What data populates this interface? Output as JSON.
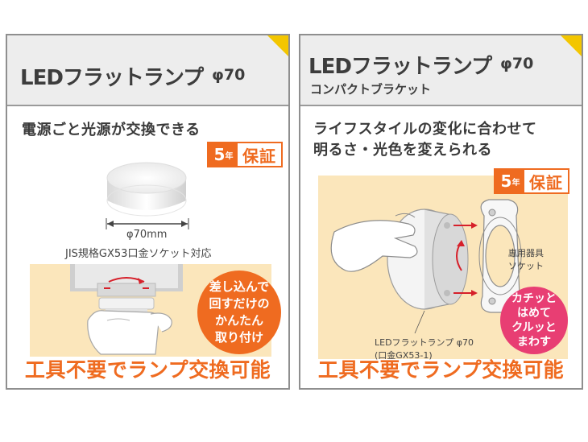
{
  "left": {
    "title": "LEDフラットランプ",
    "phi": "φ70",
    "catch": "電源ごと光源が交換できる",
    "warranty_years": "5",
    "warranty_unit": "年",
    "warranty_label": "保証",
    "dimension": "φ70mm",
    "spec": "JIS規格GX53口金ソケット対応",
    "circle_lines": [
      "差し込んで",
      "回すだけの",
      "かんたん",
      "取り付け"
    ],
    "cta": "工具不要でランプ交換可能"
  },
  "right": {
    "title": "LEDフラットランプ",
    "phi": "φ70",
    "subtitle": "コンパクトブラケット",
    "catch_lines": [
      "ライフスタイルの変化に合わせて",
      "明るさ・光色を変えられる"
    ],
    "warranty_years": "5",
    "warranty_unit": "年",
    "warranty_label": "保証",
    "socket_label_1": "専用器具",
    "socket_label_2": "ソケット",
    "lamp_label_1": "LEDフラットランプ φ70",
    "lamp_label_2": "(口金GX53-1)",
    "circle_lines": [
      "カチッと",
      "はめて",
      "クルッと",
      "まわす"
    ],
    "cta": "工具不要でランプ交換可能"
  },
  "colors": {
    "accent_orange": "#ef6b20",
    "accent_pink": "#e83e73",
    "corner_yellow": "#f3c600",
    "beige": "#fbe6bb"
  }
}
